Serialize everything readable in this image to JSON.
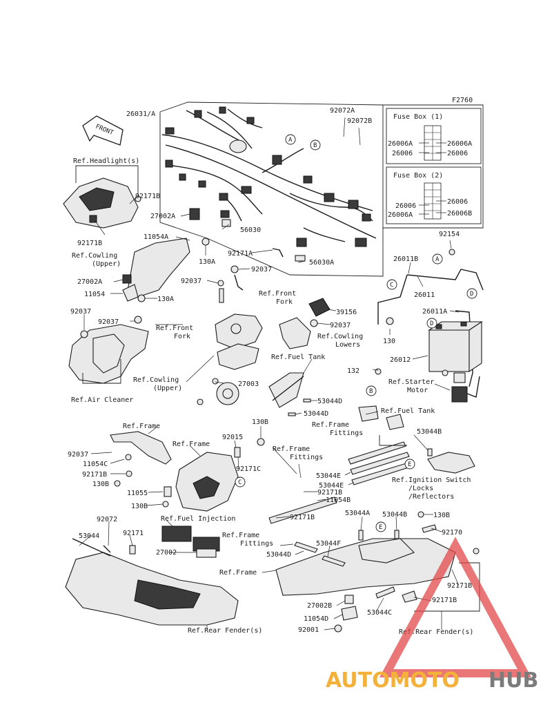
{
  "diagram_code": "F2760",
  "front_arrow": "FRONT",
  "fuse_box_1": {
    "title": "Fuse Box (1)",
    "left": [
      "26006A",
      "26006"
    ],
    "right": [
      "26006A",
      "26006"
    ]
  },
  "fuse_box_2": {
    "title": "Fuse Box (2)",
    "left": [
      "26006",
      "26006A"
    ],
    "right": [
      "26006",
      "26006B"
    ]
  },
  "circle_labels": {
    "A": "A",
    "B": "B",
    "C": "C",
    "D": "D",
    "E": "E"
  },
  "labels": {
    "harness": "26031/A",
    "l92072A": "92072A",
    "l92072B": "92072B",
    "headlight": "Ref.Headlight(s)",
    "l92171B_a": "92171B",
    "l92171B_b": "92171B",
    "l27002A_a": "27002A",
    "l56030": "56030",
    "l11054A": "11054A",
    "cowl_upper_a1": "Ref.Cowling",
    "cowl_upper_a2": "(Upper)",
    "l130A_a": "130A",
    "l92171A": "92171A",
    "l92037_a": "92037",
    "l56030A": "56030A",
    "l27002A_b": "27002A",
    "l92037_b": "92037",
    "front_fork_a1": "Ref.Front",
    "front_fork_a2": "Fork",
    "l11054": "11054",
    "l130A_b": "130A",
    "l92154": "92154",
    "l26011B": "26011B",
    "l26011": "26011",
    "l39156": "39156",
    "l26011A": "26011A",
    "l92037_c": "92037",
    "l92037_d": "92037",
    "l92037_e": "92037",
    "front_fork_b1": "Ref.Front",
    "front_fork_b2": "Fork",
    "cowl_lowers1": "Ref.Cowling",
    "cowl_lowers2": "Lowers",
    "l130": "130",
    "fuel_tank_a": "Ref.Fuel Tank",
    "l26012": "26012",
    "l132": "132",
    "cowl_upper_b1": "Ref.Cowling",
    "cowl_upper_b2": "(Upper)",
    "l27003": "27003",
    "starter1": "Ref.Starter",
    "starter2": "Motor",
    "air_cleaner": "Ref.Air Cleaner",
    "l53044D_a": "53044D",
    "l53044D_b": "53044D",
    "fuel_tank_b": "Ref.Fuel Tank",
    "frame_a": "Ref.Frame",
    "l130B_a": "130B",
    "frame_fittings_a1": "Ref.Frame",
    "frame_fittings_a2": "Fittings",
    "l53044B_a": "53044B",
    "frame_b": "Ref.Frame",
    "l92015": "92015",
    "l92037_f": "92037",
    "l11054C": "11054C",
    "l92171C": "92171C",
    "frame_fittings_b1": "Ref.Frame",
    "frame_fittings_b2": "Fittings",
    "l92171B_c": "92171B",
    "l130B_b": "130B",
    "l53044E_a": "53044E",
    "l53044E_b": "53044E",
    "ignition1": "Ref.Ignition Switch",
    "ignition2": "/Locks",
    "ignition3": "/Reflectors",
    "l11055": "11055",
    "l92171B_d": "92171B",
    "l130B_c": "130B",
    "l11054B": "11054B",
    "l92072": "92072",
    "fuel_injection": "Ref.Fuel Injection",
    "l92171B_e": "92171B",
    "l53044A": "53044A",
    "l53044B_b": "53044B",
    "l130B_d": "130B",
    "l53044": "53044",
    "l92171": "92171",
    "frame_fittings_c1": "Ref.Frame",
    "frame_fittings_c2": "Fittings",
    "l53044F": "53044F",
    "l92170": "92170",
    "l27002": "27002",
    "l53044D_c": "53044D",
    "frame_c": "Ref.Frame",
    "l92171B_f": "92171B",
    "l27002B": "27002B",
    "l53044C": "53044C",
    "l92171B_g": "92171B",
    "l11054D": "11054D",
    "rear_fender_a": "Ref.Rear Fender(s)",
    "l92001": "92001",
    "rear_fender_b": "Ref.Rear Fender(s)"
  },
  "watermark": {
    "auto": "AUTOMOTO",
    "hub": "HUB"
  }
}
